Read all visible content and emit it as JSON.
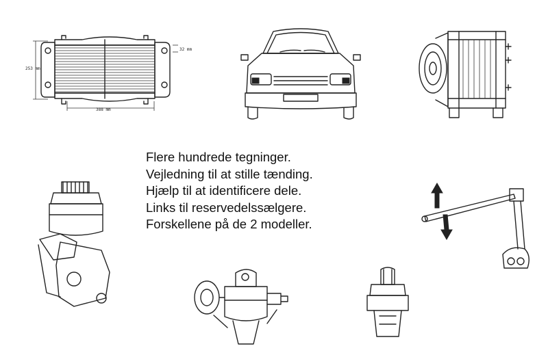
{
  "colors": {
    "background": "#ffffff",
    "ink": "#222222"
  },
  "features": [
    "Flere hundrede tegninger.",
    "Vejledning til at stille tænding.",
    "Hjælp til at identificere dele.",
    "Links til reservedelssælgere.",
    "Forskellene på de 2 modeller."
  ],
  "radiator": {
    "height_label": "253 mm",
    "depth_label": "32 mm",
    "width_label": "388 mm"
  },
  "illustrations": [
    "radiator-drawing",
    "car-front-drawing",
    "alternator-drawing",
    "power-steering-pump-drawing",
    "distributor-drawing",
    "bulb-socket-drawing",
    "adjustment-lever-drawing"
  ]
}
